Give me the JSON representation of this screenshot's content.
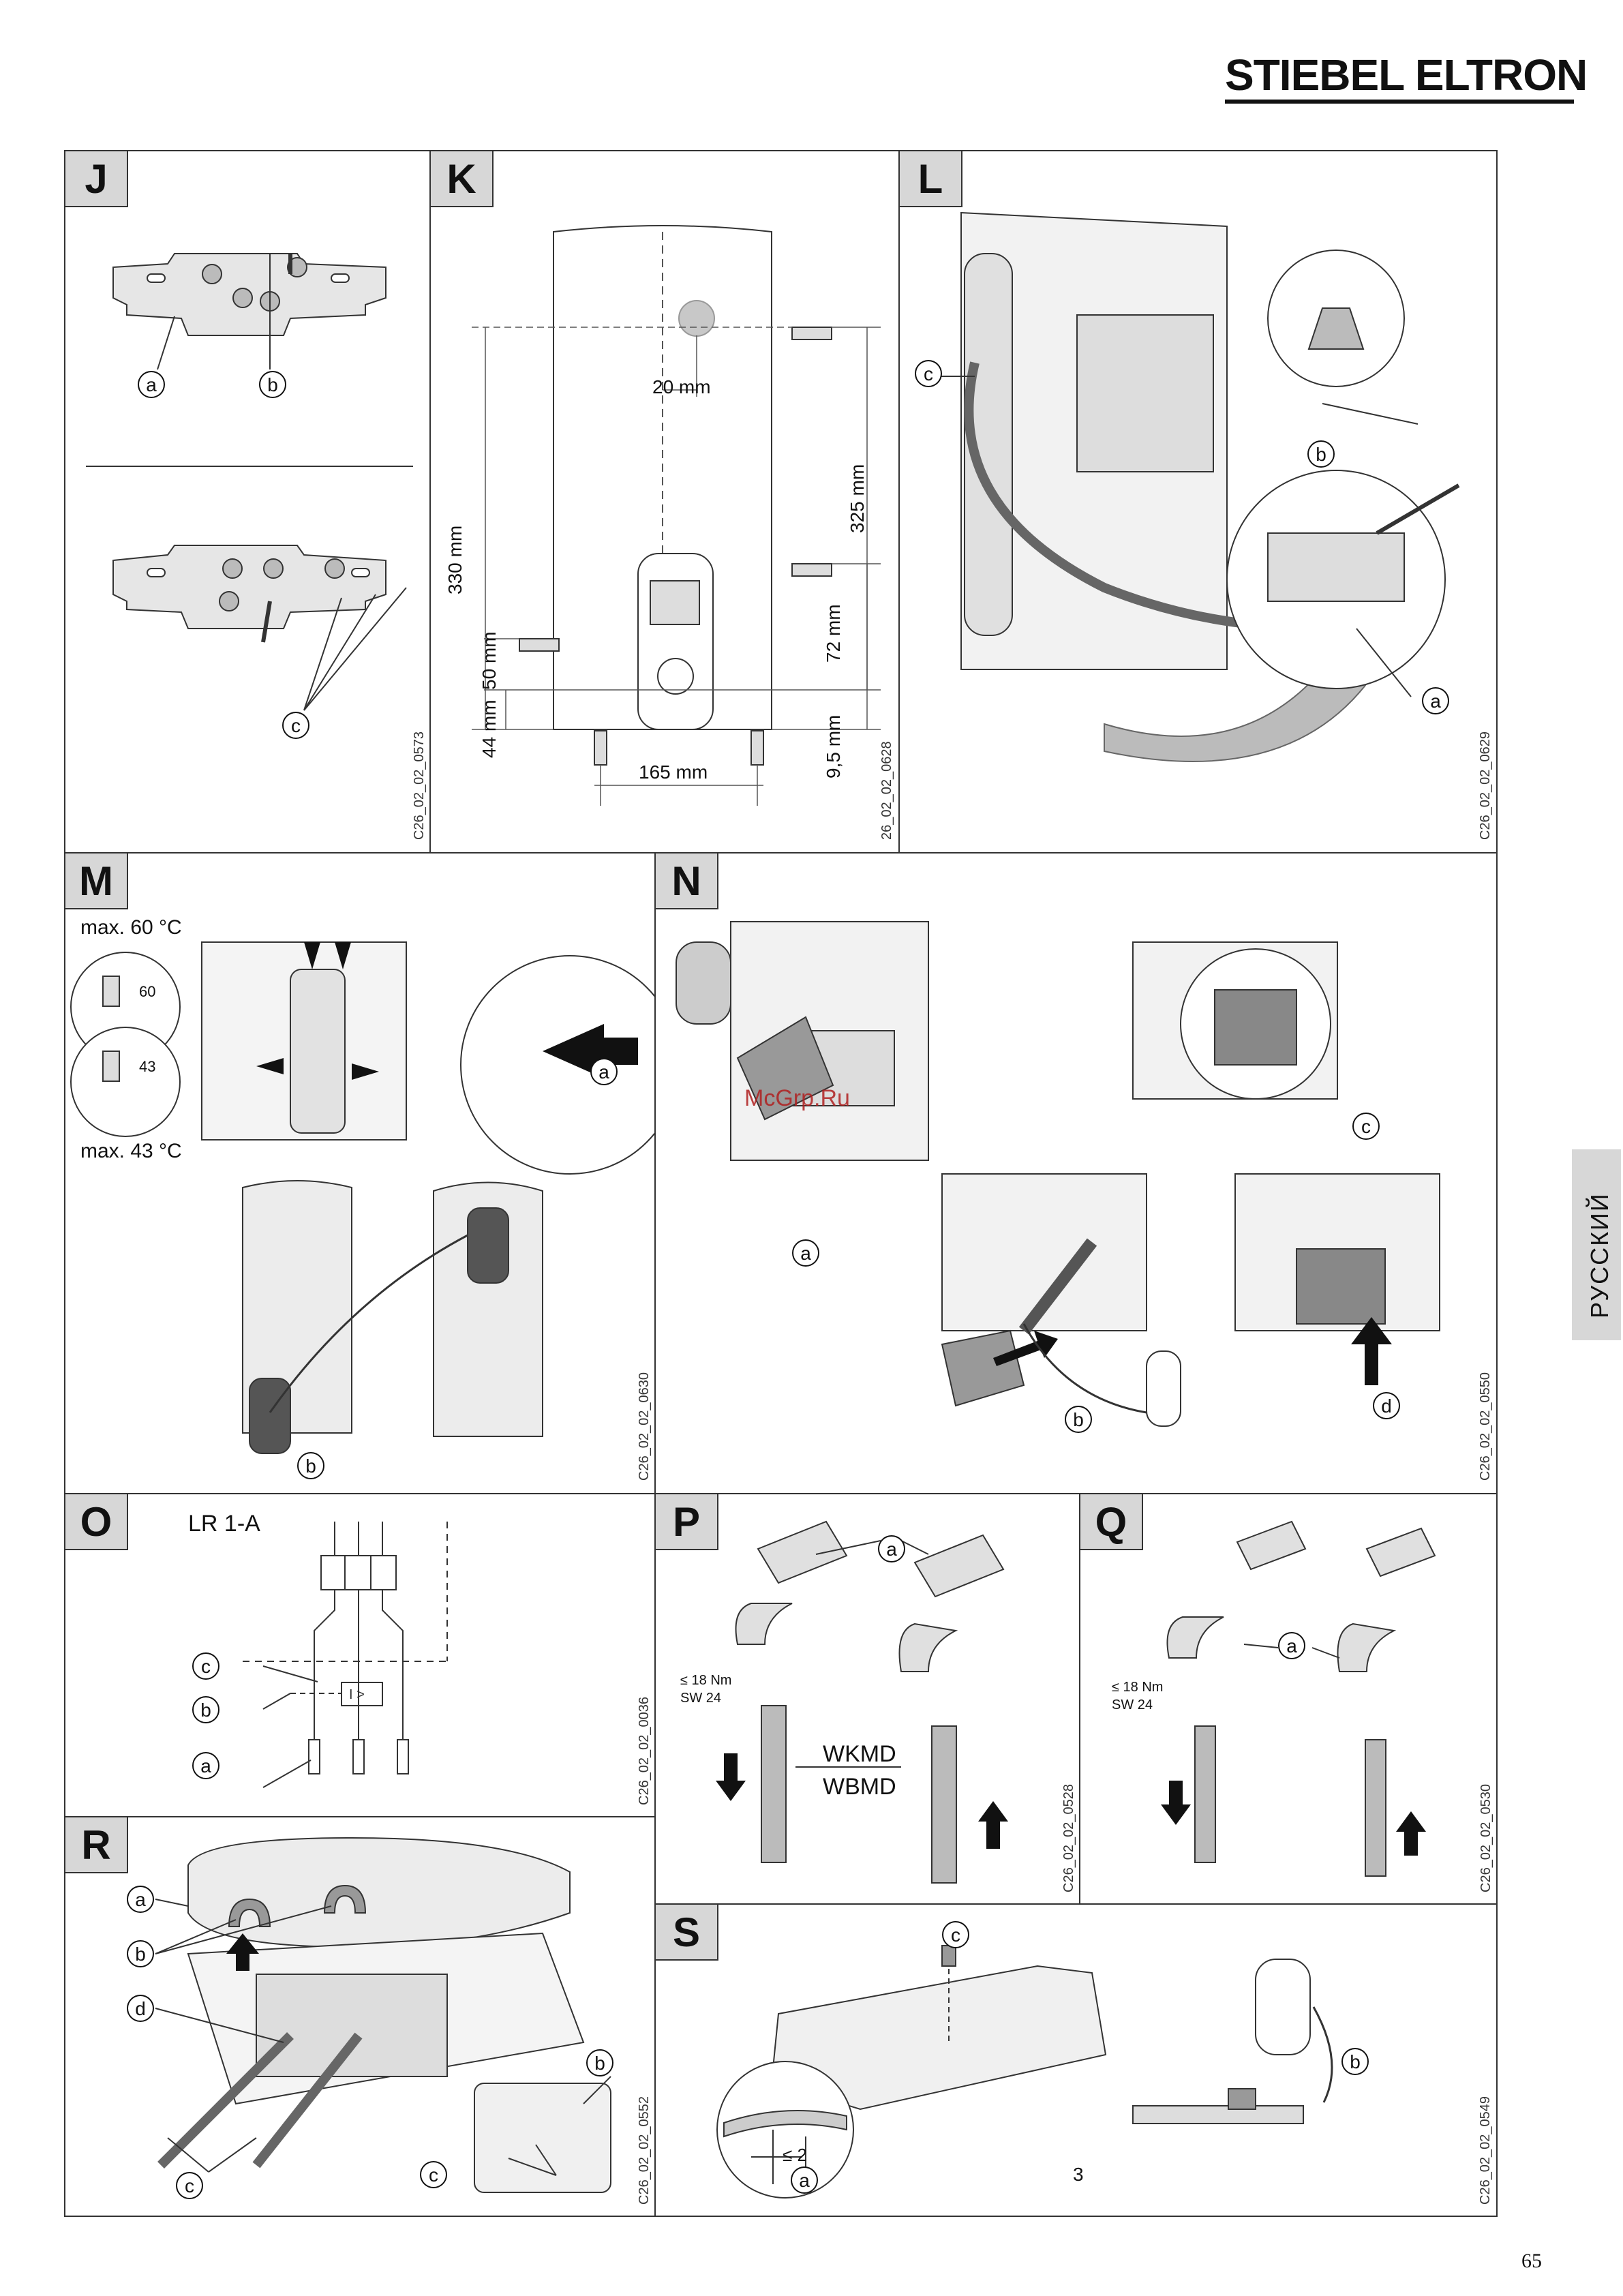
{
  "brand": "STIEBEL ELTRON",
  "side_tab": "РУССКИЙ",
  "page_number": "65",
  "panels": {
    "J": {
      "tag": "J",
      "code": "C26_02_02_0573",
      "callouts": [
        "a",
        "b",
        "c"
      ]
    },
    "K": {
      "tag": "K",
      "code": "26_02_02_0628",
      "dims": {
        "d20": "20 mm",
        "d330": "330 mm",
        "d325": "325 mm",
        "d72": "72 mm",
        "d50": "50 mm",
        "d44": "44 mm",
        "d95": "9,5 mm",
        "d165": "165 mm"
      }
    },
    "L": {
      "tag": "L",
      "code": "C26_02_02_0629",
      "callouts": [
        "a",
        "b",
        "c"
      ]
    },
    "M": {
      "tag": "M",
      "code": "C26_02_02_0630",
      "max60": "max. 60 °C",
      "max43": "max. 43 °C",
      "disp1": "60",
      "disp2": "43",
      "callouts": [
        "a",
        "b"
      ]
    },
    "N": {
      "tag": "N",
      "code": "C26_02_02_0550",
      "watermark": "McGrp.Ru",
      "callouts": [
        "a",
        "b",
        "c",
        "d"
      ]
    },
    "O": {
      "tag": "O",
      "code": "C26_02_02_0036",
      "title": "LR 1-A",
      "callouts": [
        "a",
        "b",
        "c"
      ]
    },
    "P": {
      "tag": "P",
      "code": "C26_02_02_0528",
      "torque": "≤ 18 Nm",
      "wrench": "SW 24",
      "model1": "WKMD",
      "model2": "WBMD",
      "callouts": [
        "a"
      ]
    },
    "Q": {
      "tag": "Q",
      "code": "C26_02_02_0530",
      "torque": "≤ 18 Nm",
      "wrench": "SW 24",
      "callouts": [
        "a"
      ]
    },
    "R": {
      "tag": "R",
      "code": "C26_02_02_0552",
      "callouts": [
        "a",
        "b",
        "c",
        "d"
      ]
    },
    "S": {
      "tag": "S",
      "code": "C26_02_02_0549",
      "gap": "≤ 2",
      "num": "3",
      "callouts": [
        "a",
        "b",
        "c"
      ]
    }
  }
}
